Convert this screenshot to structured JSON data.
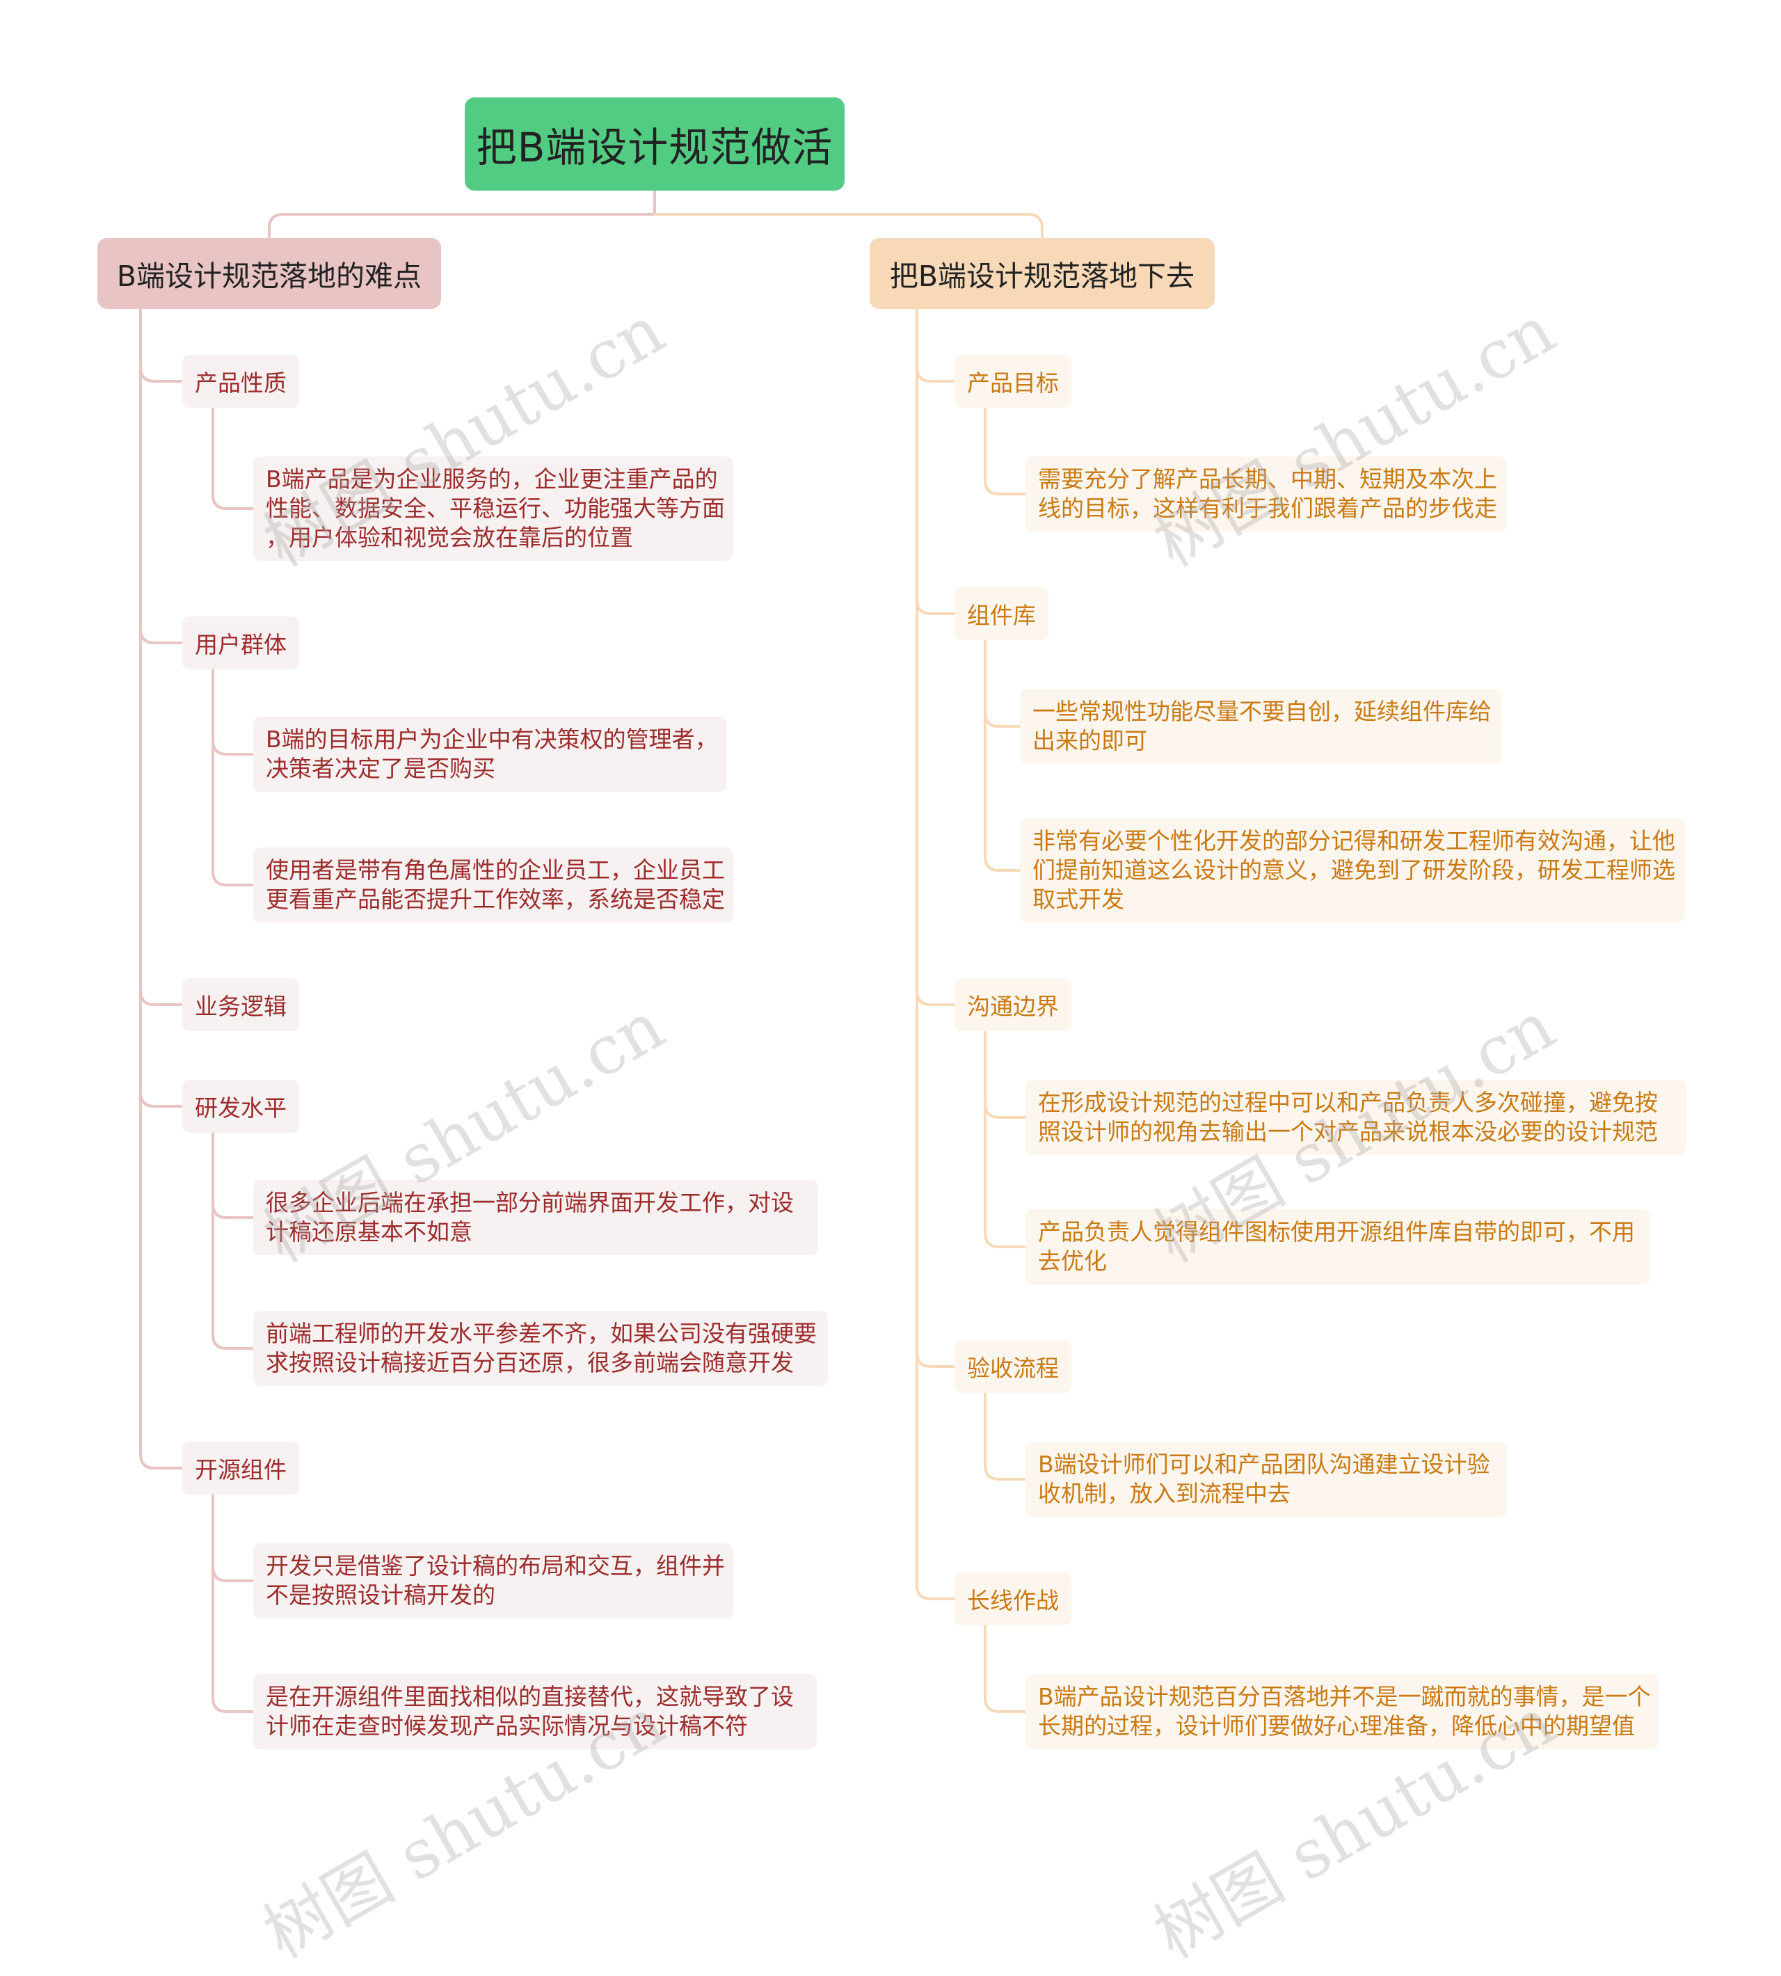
{
  "root": {
    "title": "把B端设计规范做活"
  },
  "left": {
    "title": "B端设计规范落地的难点",
    "topics": [
      {
        "label": "产品性质",
        "leaves": [
          {
            "lines": [
              "B端产品是为企业服务的，企业更注重产品的",
              "性能、数据安全、平稳运行、功能强大等方面",
              "，用户体验和视觉会放在靠后的位置"
            ]
          }
        ]
      },
      {
        "label": "用户群体",
        "leaves": [
          {
            "lines": [
              "B端的目标用户为企业中有决策权的管理者，",
              "决策者决定了是否购买"
            ]
          },
          {
            "lines": [
              "使用者是带有角色属性的企业员工，企业员工",
              "更看重产品能否提升工作效率，系统是否稳定"
            ]
          }
        ]
      },
      {
        "label": "业务逻辑",
        "leaves": []
      },
      {
        "label": "研发水平",
        "leaves": [
          {
            "lines": [
              "很多企业后端在承担一部分前端界面开发工作，对设",
              "计稿还原基本不如意"
            ]
          },
          {
            "lines": [
              "前端工程师的开发水平参差不齐，如果公司没有强硬要",
              "求按照设计稿接近百分百还原，很多前端会随意开发"
            ]
          }
        ]
      },
      {
        "label": "开源组件",
        "leaves": [
          {
            "lines": [
              "开发只是借鉴了设计稿的布局和交互，组件并",
              "不是按照设计稿开发的"
            ]
          },
          {
            "lines": [
              "是在开源组件里面找相似的直接替代，这就导致了设",
              "计师在走查时候发现产品实际情况与设计稿不符"
            ]
          }
        ]
      }
    ]
  },
  "right": {
    "title": "把B端设计规范落地下去",
    "topics": [
      {
        "label": "产品目标",
        "leaves": [
          {
            "lines": [
              "需要充分了解产品长期、中期、短期及本次上",
              "线的目标，这样有利于我们跟着产品的步伐走"
            ]
          }
        ]
      },
      {
        "label": "组件库",
        "leaves": [
          {
            "lines": [
              "一些常规性功能尽量不要自创，延续组件库给",
              "出来的即可"
            ]
          },
          {
            "lines": [
              "非常有必要个性化开发的部分记得和研发工程师有效沟通，让他",
              "们提前知道这么设计的意义，避免到了研发阶段，研发工程师选",
              "取式开发"
            ]
          }
        ]
      },
      {
        "label": "沟通边界",
        "leaves": [
          {
            "lines": [
              "在形成设计规范的过程中可以和产品负责人多次碰撞，避免按",
              "照设计师的视角去输出一个对产品来说根本没必要的设计规范"
            ]
          },
          {
            "lines": [
              "产品负责人觉得组件图标使用开源组件库自带的即可，不用",
              "去优化"
            ]
          }
        ]
      },
      {
        "label": "验收流程",
        "leaves": [
          {
            "lines": [
              "B端设计师们可以和产品团队沟通建立设计验",
              "收机制，放入到流程中去"
            ]
          }
        ]
      },
      {
        "label": "长线作战",
        "leaves": [
          {
            "lines": [
              "B端产品设计规范百分百落地并不是一蹴而就的事情，是一个",
              "长期的过程，设计师们要做好心理准备，降低心中的期望值"
            ]
          }
        ]
      }
    ]
  },
  "watermark": "树图 shutu.cn",
  "colors": {
    "root": "#52cc83",
    "left_branch": "#e8c4c4",
    "right_branch": "#f7d9b8",
    "left_text": "#9c2c2c",
    "right_text": "#c97a14"
  }
}
